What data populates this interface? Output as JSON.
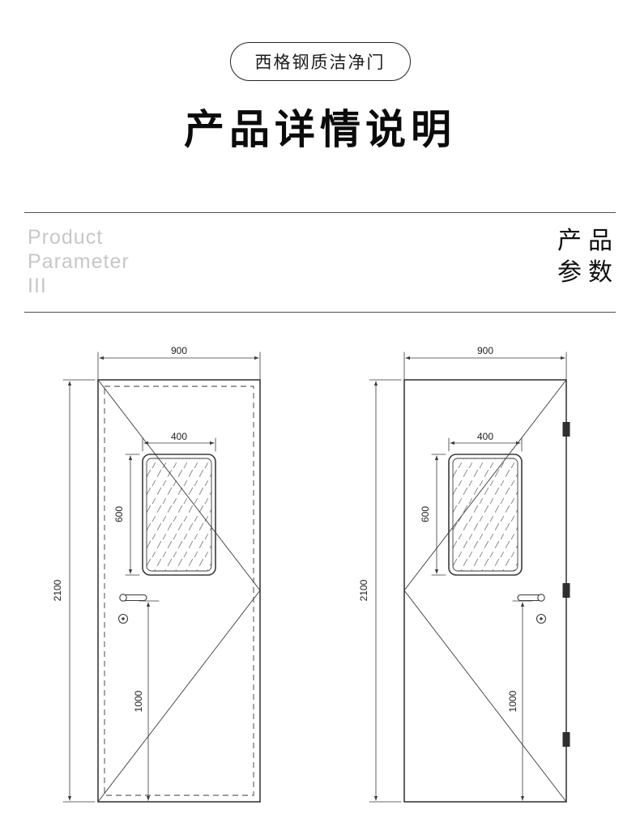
{
  "badge": {
    "label": "西格钢质洁净门"
  },
  "title": {
    "text": "产品详情说明"
  },
  "param_header": {
    "en": [
      "Product",
      "Parameter",
      "III"
    ],
    "zh": [
      "产品",
      "参数"
    ]
  },
  "drawings": {
    "door_width": "900",
    "door_height": "2100",
    "window_width": "400",
    "window_height": "600",
    "handle_height": "1000"
  }
}
